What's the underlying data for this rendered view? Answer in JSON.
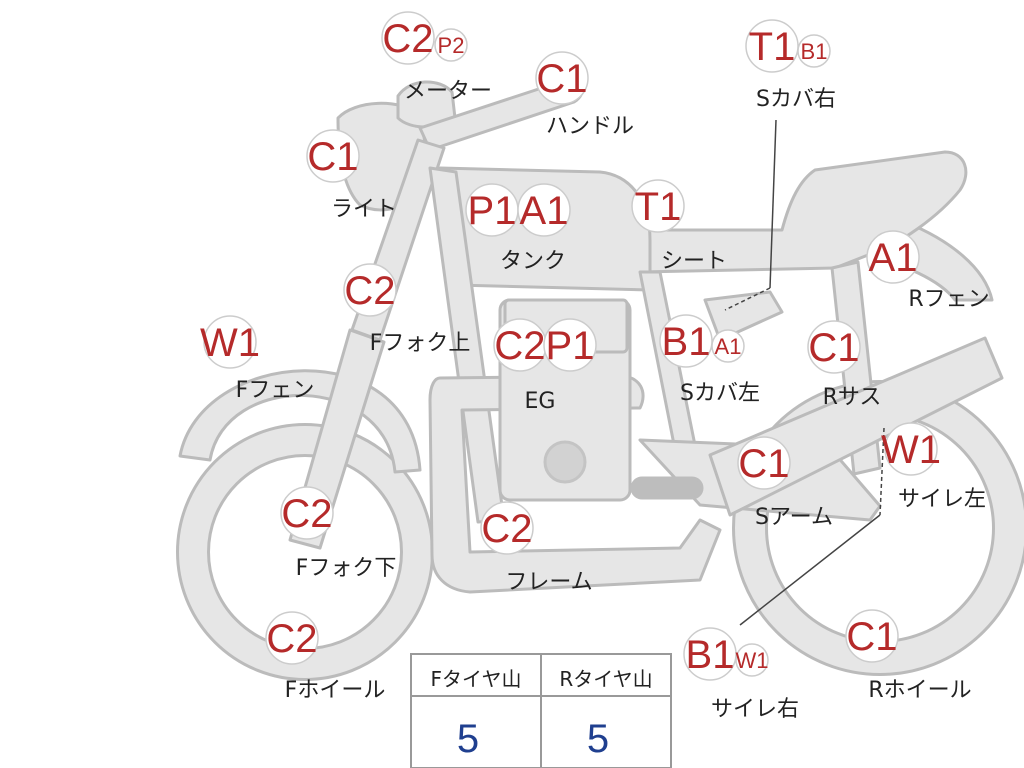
{
  "colors": {
    "body_fill": "#e6e6e6",
    "body_stroke": "#bbbbbb",
    "badge_text": "#b52a2a",
    "value_text": "#1f3f8f"
  },
  "parts": [
    {
      "id": "meter",
      "label": "メーター",
      "codes": [
        "C2",
        "P2"
      ]
    },
    {
      "id": "handle",
      "label": "ハンドル",
      "codes": [
        "C1"
      ]
    },
    {
      "id": "light",
      "label": "ライト",
      "codes": [
        "C1"
      ]
    },
    {
      "id": "tank",
      "label": "タンク",
      "codes": [
        "P1",
        "A1"
      ]
    },
    {
      "id": "seat",
      "label": "シート",
      "codes": [
        "T1"
      ]
    },
    {
      "id": "side-cover-right",
      "label": "Sカバ右",
      "codes": [
        "T1",
        "B1"
      ]
    },
    {
      "id": "rear-fender",
      "label": "Rフェン",
      "codes": [
        "A1"
      ]
    },
    {
      "id": "fork-upper",
      "label": "Fフォク上",
      "codes": [
        "C2"
      ]
    },
    {
      "id": "front-fender",
      "label": "Fフェン",
      "codes": [
        "W1"
      ]
    },
    {
      "id": "engine",
      "label": "EG",
      "codes": [
        "C2",
        "P1"
      ]
    },
    {
      "id": "side-cover-left",
      "label": "Sカバ左",
      "codes": [
        "B1",
        "A1"
      ]
    },
    {
      "id": "rear-suspension",
      "label": "Rサス",
      "codes": [
        "C1"
      ]
    },
    {
      "id": "muffler-left",
      "label": "サイレ左",
      "codes": [
        "W1"
      ]
    },
    {
      "id": "swing-arm",
      "label": "Sアーム",
      "codes": [
        "C1"
      ]
    },
    {
      "id": "fork-lower",
      "label": "Fフォク下",
      "codes": [
        "C2"
      ]
    },
    {
      "id": "frame",
      "label": "フレーム",
      "codes": [
        "C2"
      ]
    },
    {
      "id": "front-wheel",
      "label": "Fホイール",
      "codes": [
        "C2"
      ]
    },
    {
      "id": "muffler-right",
      "label": "サイレ右",
      "codes": [
        "B1",
        "W1"
      ]
    },
    {
      "id": "rear-wheel",
      "label": "Rホイール",
      "codes": [
        "C1"
      ]
    }
  ],
  "tire_table": {
    "headers": [
      "Fタイヤ山",
      "Rタイヤ山"
    ],
    "values": [
      "5",
      "5"
    ]
  }
}
